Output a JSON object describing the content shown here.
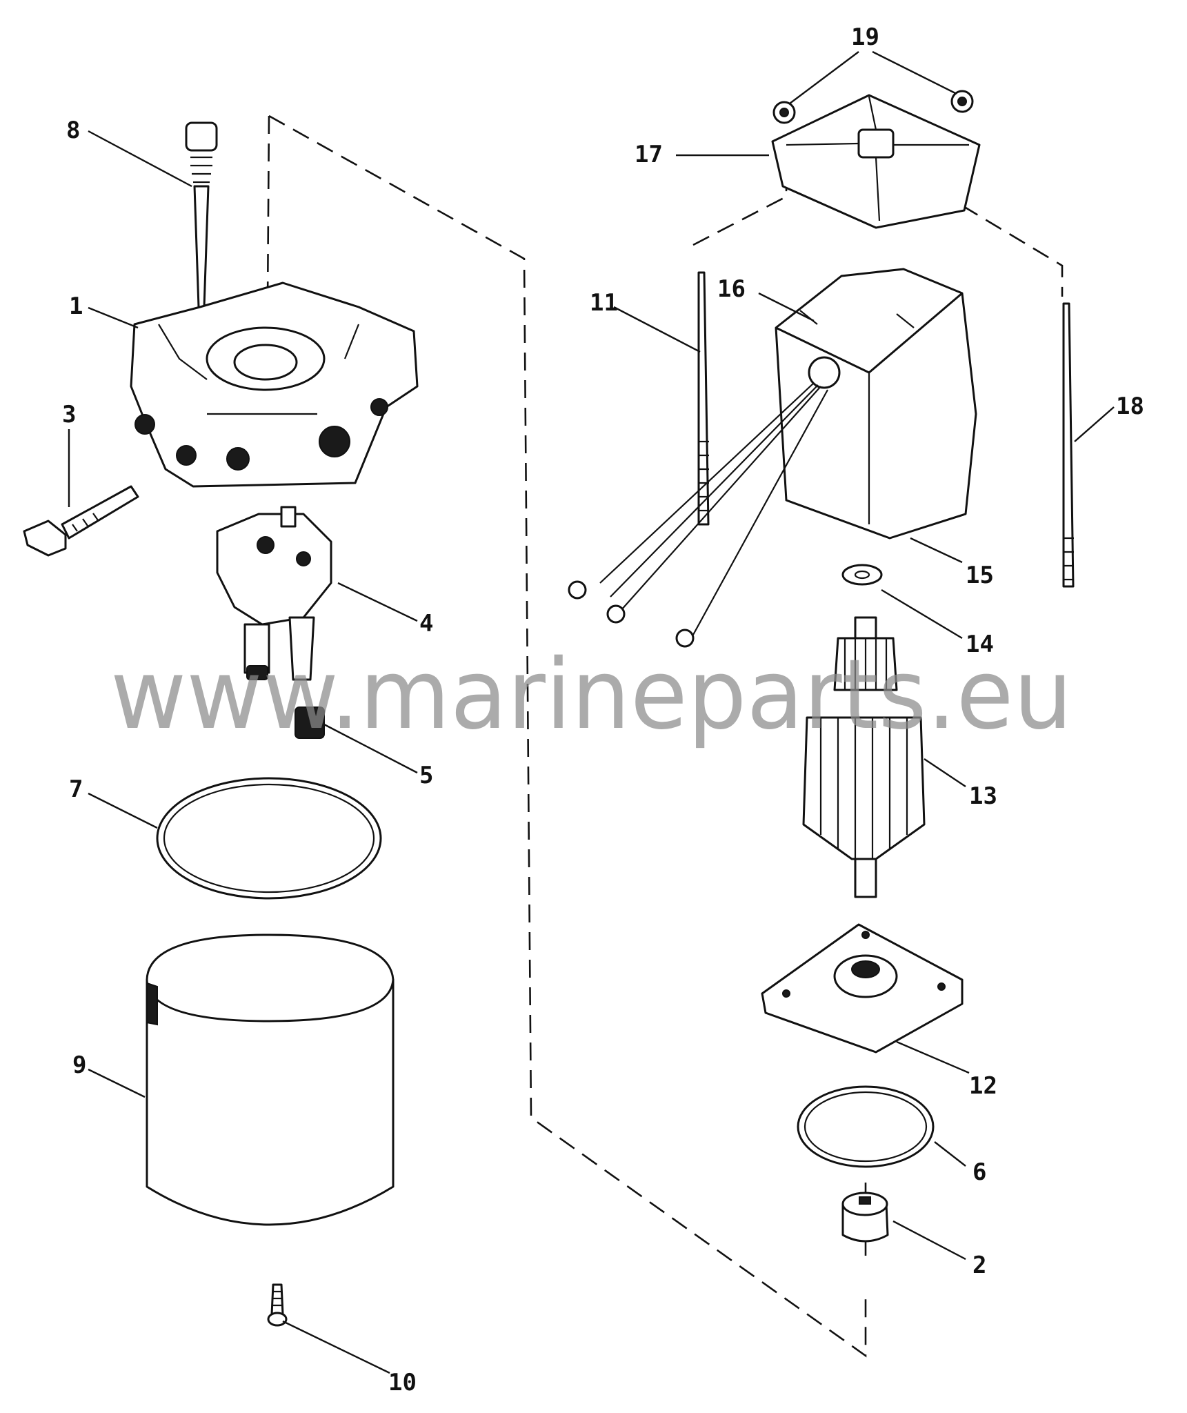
{
  "watermark": "www.marineparts.eu",
  "callouts": {
    "c1": "1",
    "c2": "2",
    "c3": "3",
    "c4": "4",
    "c5": "5",
    "c6": "6",
    "c7": "7",
    "c8": "8",
    "c9": "9",
    "c10": "10",
    "c11": "11",
    "c12": "12",
    "c13": "13",
    "c14": "14",
    "c15": "15",
    "c16": "16",
    "c17": "17",
    "c18": "18",
    "c19": "19"
  }
}
